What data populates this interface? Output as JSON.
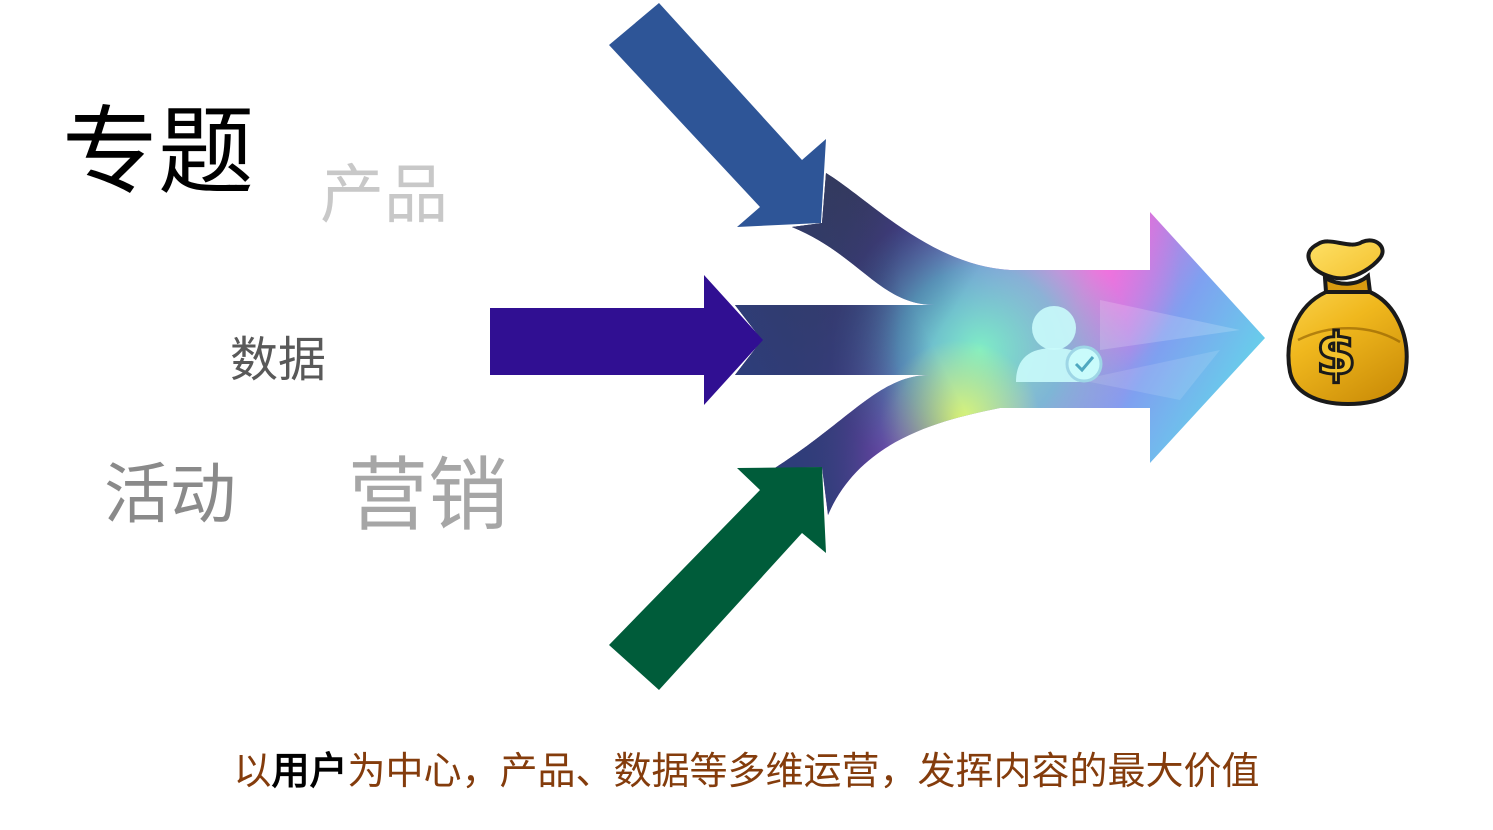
{
  "words": {
    "topic": "专题",
    "product": "产品",
    "data": "数据",
    "activity": "活动",
    "marketing": "营销"
  },
  "tagline": {
    "prefix": "以",
    "highlight": "用户",
    "suffix": "为中心，产品、数据等多维运营，发挥内容的最大价值"
  },
  "icons": {
    "center": "user-check-icon",
    "goal": "money-bag-icon",
    "money_symbol": "$"
  },
  "colors": {
    "arrow_top": "#2e5597",
    "arrow_middle": "#300f92",
    "arrow_bottom": "#005c3a",
    "tagline": "#843c0c",
    "highlight": "#000000"
  }
}
